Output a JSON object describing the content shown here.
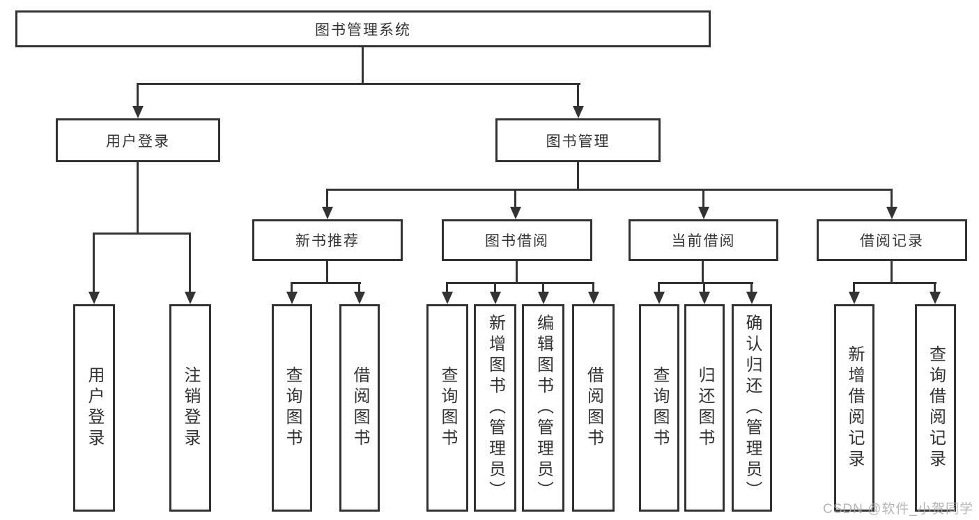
{
  "tree": {
    "label": "图书管理系统",
    "children": [
      {
        "label": "用户登录",
        "children": [
          {
            "label": "用户登录"
          },
          {
            "label": "注销登录"
          }
        ]
      },
      {
        "label": "图书管理",
        "children": [
          {
            "label": "新书推荐",
            "children": [
              {
                "label": "查询图书"
              },
              {
                "label": "借阅图书"
              }
            ]
          },
          {
            "label": "图书借阅",
            "children": [
              {
                "label": "查询图书"
              },
              {
                "label": "新增图书（管理员）"
              },
              {
                "label": "编辑图书（管理员）"
              },
              {
                "label": "借阅图书"
              }
            ]
          },
          {
            "label": "当前借阅",
            "children": [
              {
                "label": "查询图书"
              },
              {
                "label": "归还图书"
              },
              {
                "label": "确认归还（管理员）"
              }
            ]
          },
          {
            "label": "借阅记录",
            "children": [
              {
                "label": "新增借阅记录"
              },
              {
                "label": "查询借阅记录"
              }
            ]
          }
        ]
      }
    ]
  },
  "watermark": {
    "text": "CSDN @软件_小贺同学"
  },
  "colors": {
    "line": "#333333",
    "border": "#323232",
    "text": "#333333",
    "background": "#ffffff",
    "watermark": "#a9a9a9"
  }
}
